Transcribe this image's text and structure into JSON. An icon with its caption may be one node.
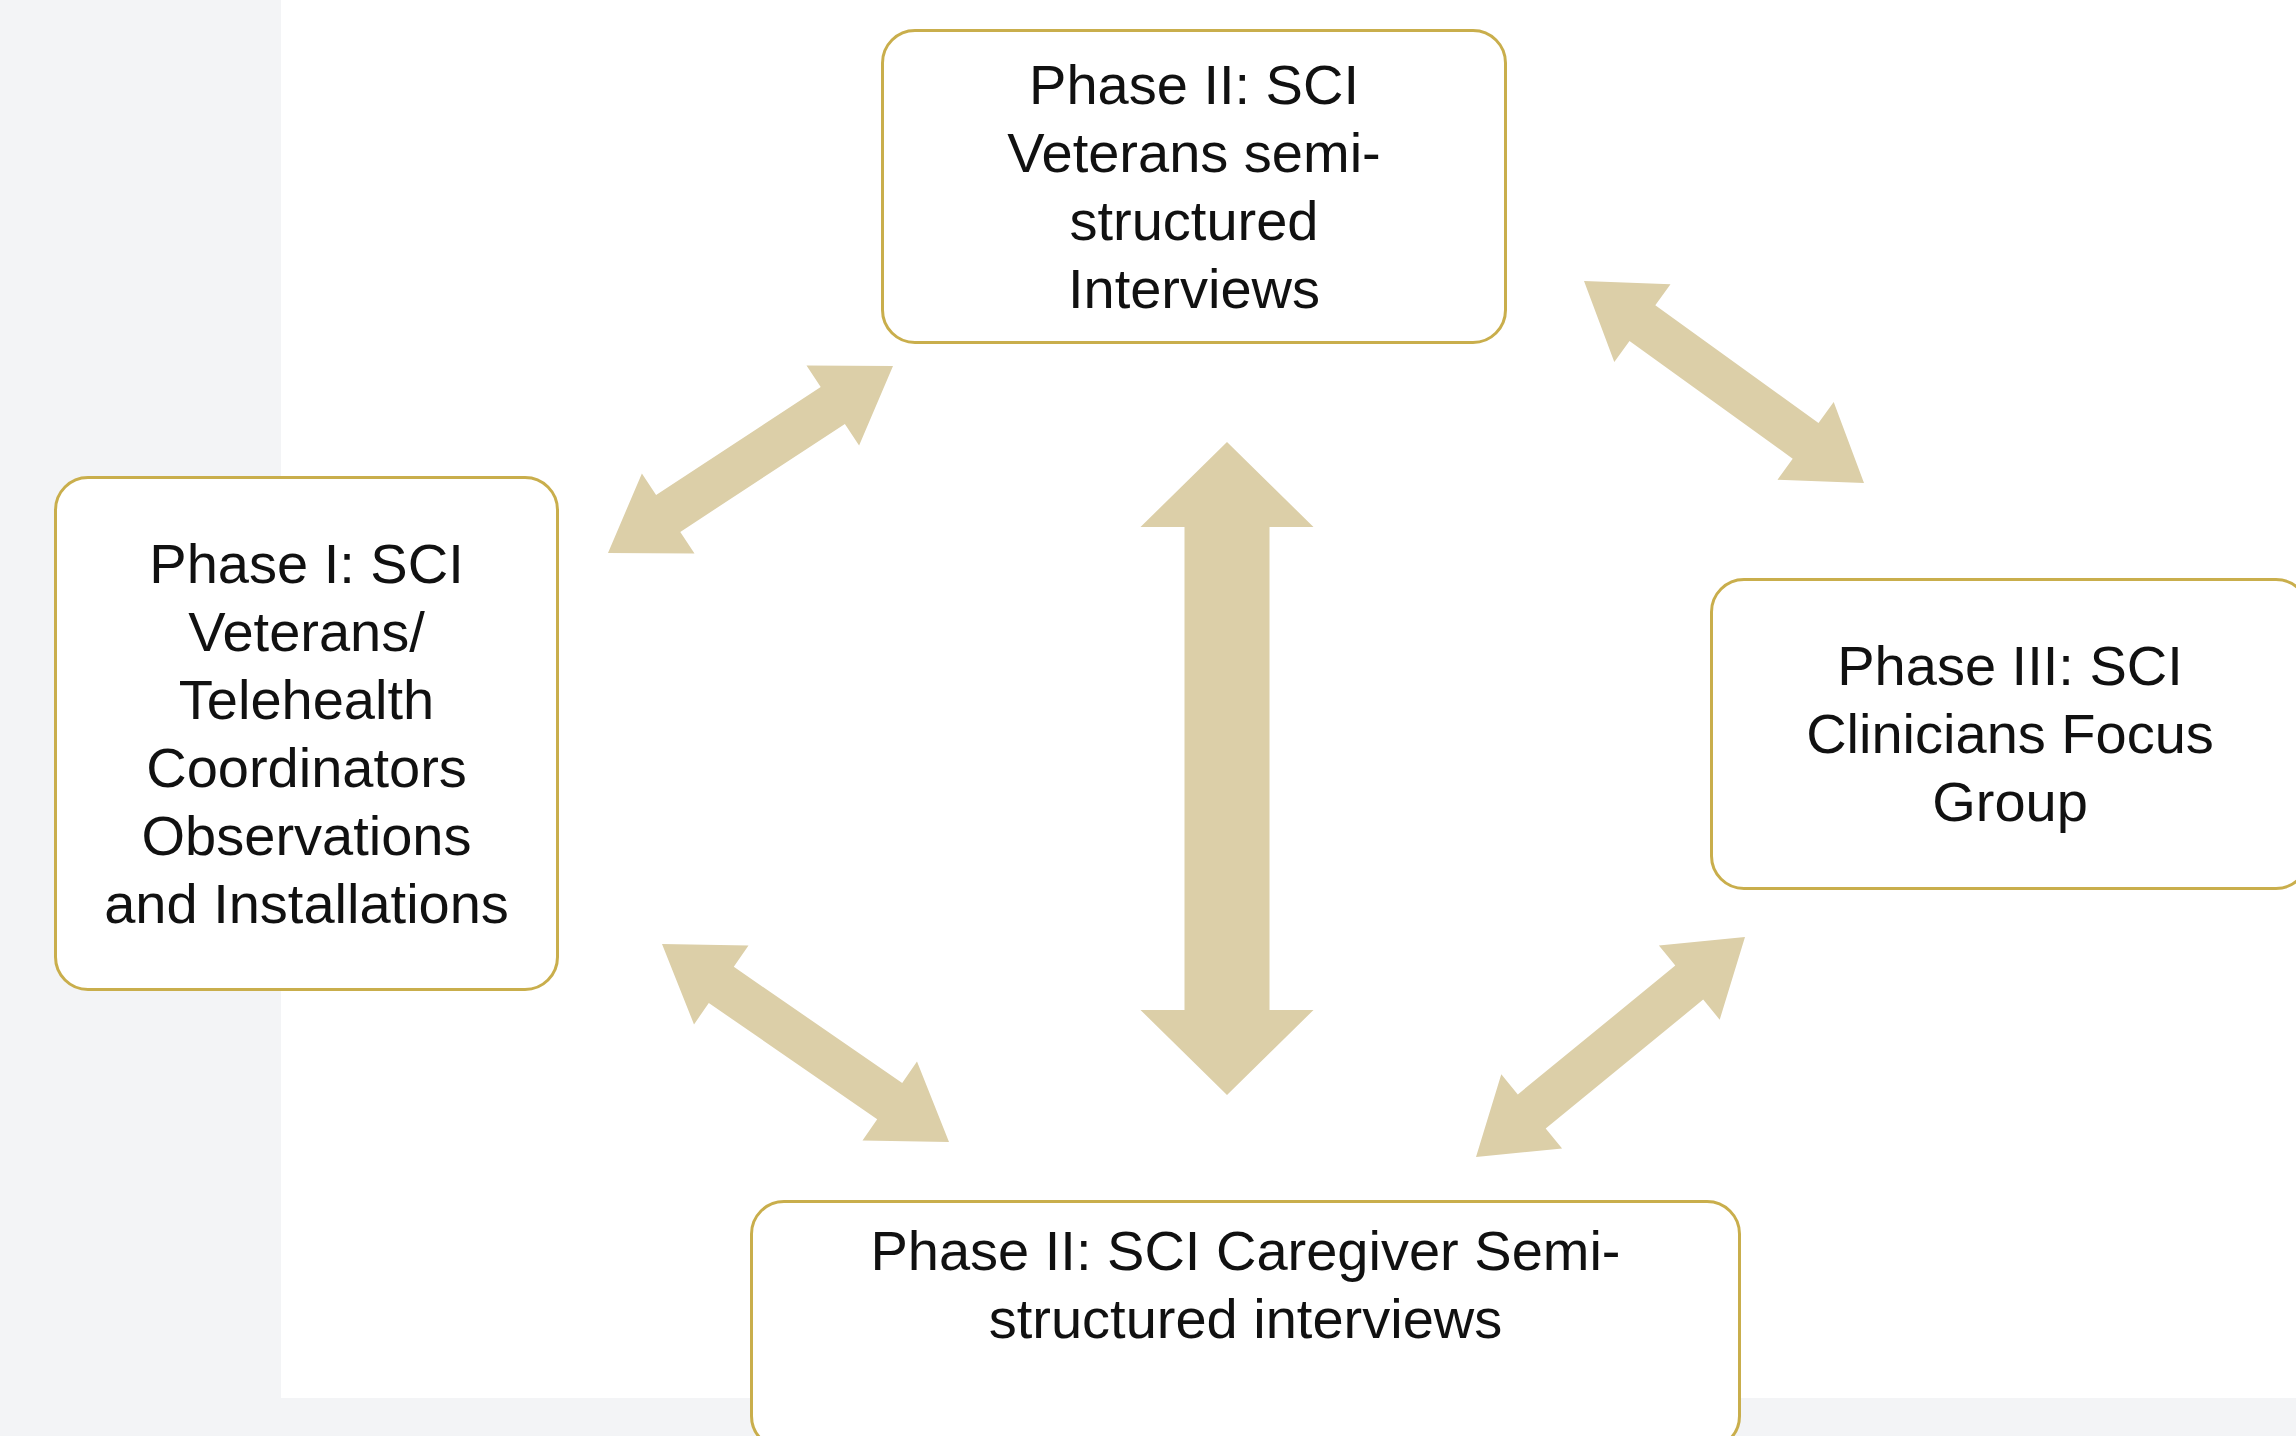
{
  "diagram": {
    "nodes": [
      {
        "text": [
          "Phase II: SCI Veterans semi-structured Interviews"
        ]
      },
      {
        "text": [
          "Phase I: SCI Veterans/ Telehealth Coordinators Observations and Installations"
        ]
      },
      {
        "text": [
          "Phase III: SCI Clinicians Focus Group"
        ]
      },
      {
        "text": [
          "Phase II: SCI Caregiver Semi-structured interviews"
        ]
      }
    ],
    "edges": [
      {
        "from": 1,
        "to": 0,
        "arrow": "both"
      },
      {
        "from": 0,
        "to": 2,
        "arrow": "both"
      },
      {
        "from": 0,
        "to": 3,
        "arrow": "both",
        "style": "thick"
      },
      {
        "from": 1,
        "to": 3,
        "arrow": "both"
      },
      {
        "from": 3,
        "to": 2,
        "arrow": "both"
      }
    ]
  }
}
